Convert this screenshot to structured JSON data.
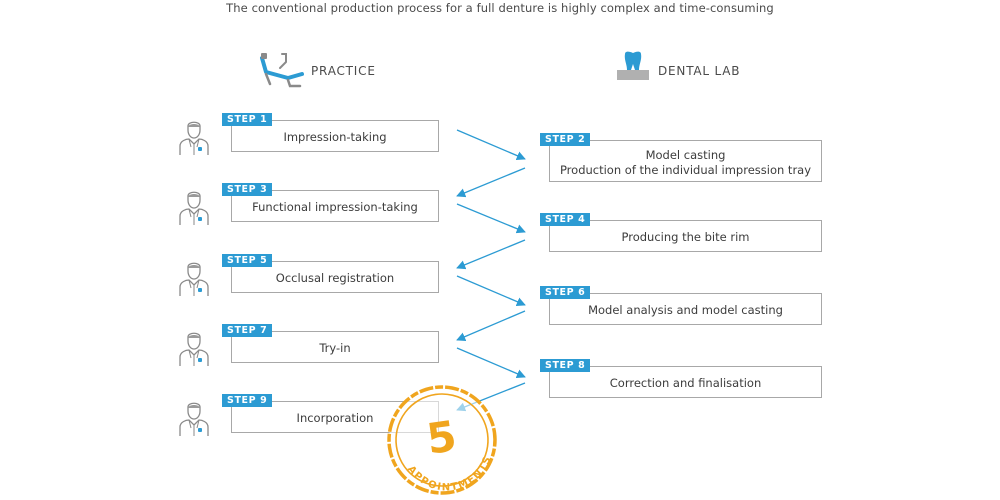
{
  "title": "The conventional production process for a full denture is highly complex and time-consuming",
  "columns": {
    "practice": {
      "label": "PRACTICE",
      "icon": "dental-chair-icon"
    },
    "lab": {
      "label": "DENTAL LAB",
      "icon": "tooth-model-icon"
    }
  },
  "steps": [
    {
      "tag": "STEP 1",
      "lines": [
        "Impression-taking"
      ]
    },
    {
      "tag": "STEP 2",
      "lines": [
        "Model casting",
        "Production of the individual impression tray"
      ]
    },
    {
      "tag": "STEP 3",
      "lines": [
        "Functional impression-taking"
      ]
    },
    {
      "tag": "STEP 4",
      "lines": [
        "Producing the bite rim"
      ]
    },
    {
      "tag": "STEP 5",
      "lines": [
        "Occlusal registration"
      ]
    },
    {
      "tag": "STEP 6",
      "lines": [
        "Model analysis and model casting"
      ]
    },
    {
      "tag": "STEP 7",
      "lines": [
        "Try-in"
      ]
    },
    {
      "tag": "STEP 8",
      "lines": [
        "Correction and finalisation"
      ]
    },
    {
      "tag": "STEP 9",
      "lines": [
        "Incorporation"
      ]
    }
  ],
  "stamp": {
    "number": "5",
    "text": "APPOINTMENTS"
  },
  "colors": {
    "accent": "#2c9bd3",
    "stamp": "#f0a51e",
    "border": "#a8a8a8"
  }
}
